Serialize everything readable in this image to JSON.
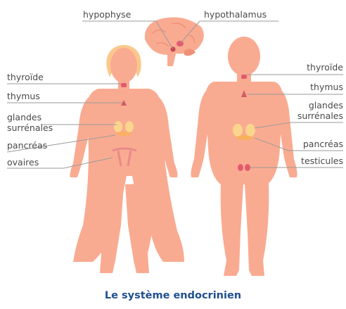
{
  "labels": {
    "hypophyse": "hypophyse",
    "hypothalamus": "hypothalamus",
    "thyroide_left": "thyroïde",
    "thymus_left": "thymus",
    "glandes_left": "glandes",
    "surrenales_left": "surrénales",
    "pancreas_left": "pancréas",
    "ovaires": "ovaires",
    "thyroide_right": "thyroïde",
    "thymus_right": "thymus",
    "glandes_right": "glandes",
    "surrenales_right": "surrénales",
    "pancreas_right": "pancréas",
    "testicules": "testicules"
  },
  "caption": "Le système endocrinien",
  "colors": {
    "skin": "#f9ab91",
    "skin_dark": "#ef9178",
    "hair": "#fbc88c",
    "gland": "#e25a6e",
    "adrenal": "#fbd58d",
    "leader": "#9a9a9a",
    "caption": "#1f4f8f"
  }
}
